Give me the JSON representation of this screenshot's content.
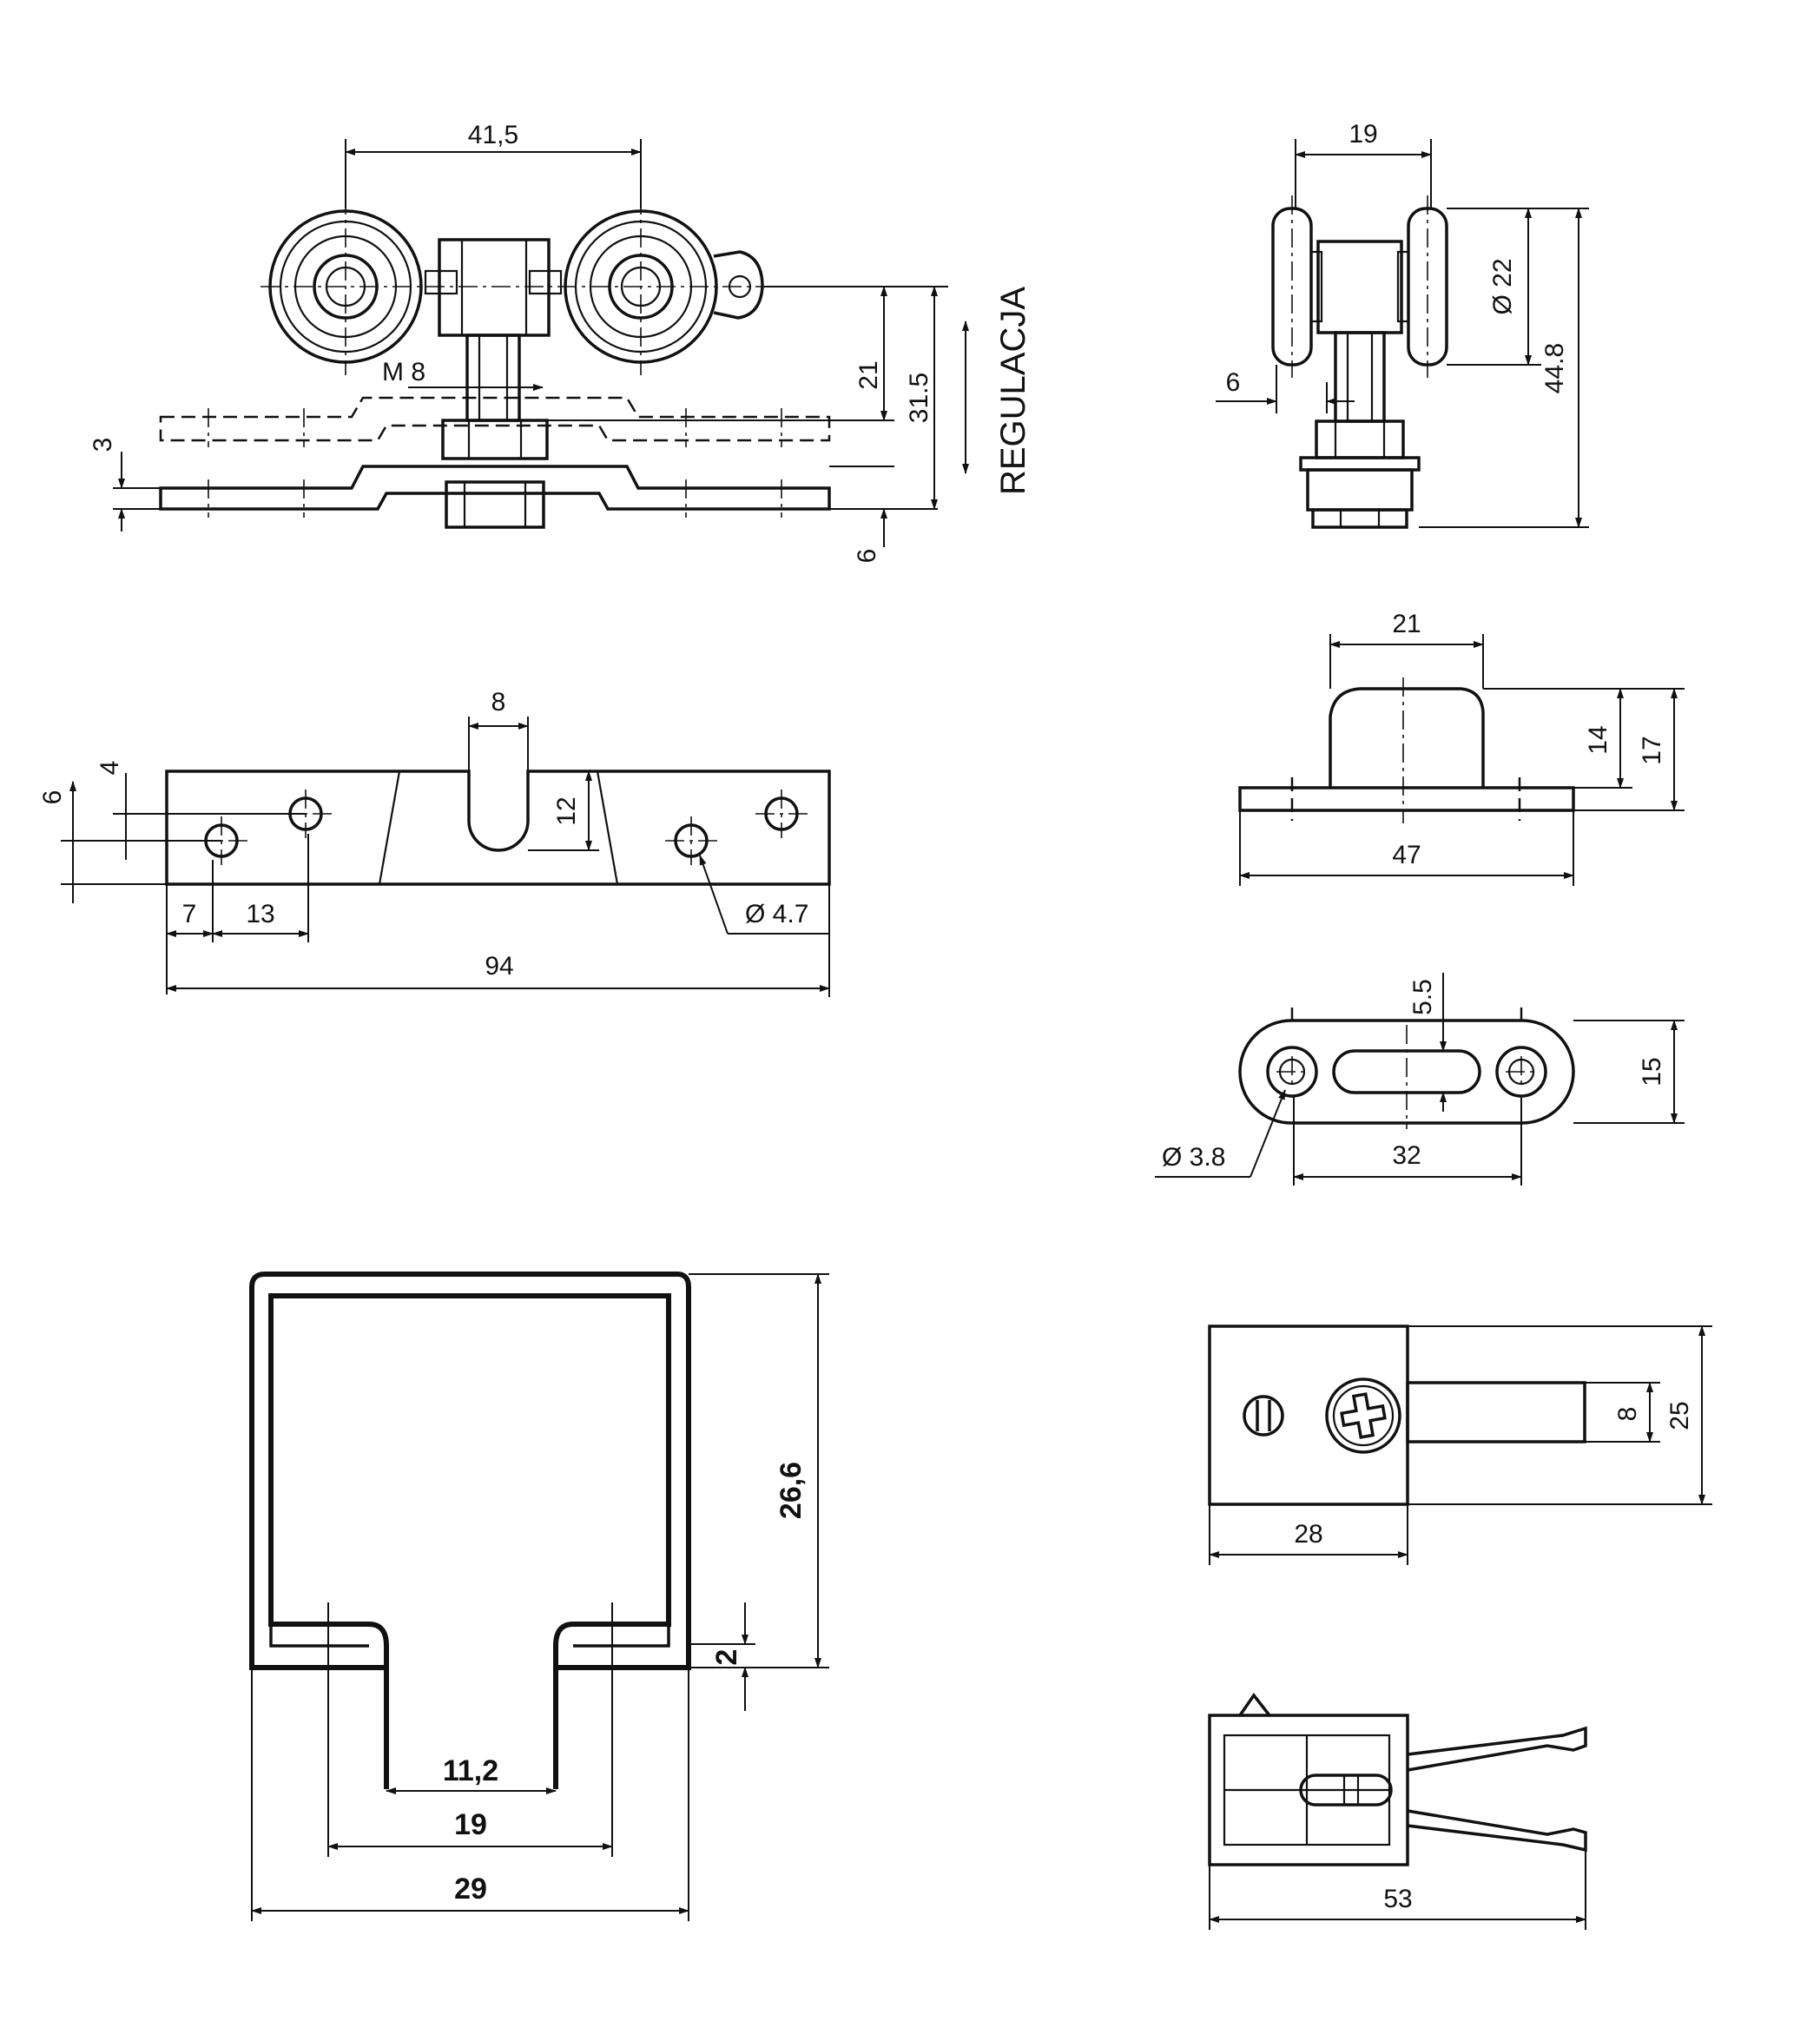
{
  "carriage_front": {
    "dims": {
      "wheel_spacing": "41,5",
      "thread": "M 8",
      "height_a": "21",
      "height_b": "31.5",
      "plate_thickness": "3",
      "bottom_cut": "6"
    },
    "adjust_label": "REGULACJA"
  },
  "carriage_side": {
    "dims": {
      "width": "19",
      "wheel_diameter": "Ø 22",
      "total_height": "44.8",
      "offset": "6"
    }
  },
  "top_plate": {
    "dims": {
      "slot_width": "8",
      "slot_depth": "12",
      "edge_y_a": "6",
      "edge_y_b": "4",
      "edge_x_a": "7",
      "hole_pitch": "13",
      "hole_diameter": "Ø 4.7",
      "length": "94"
    }
  },
  "stopper_side": {
    "dims": {
      "body_width": "21",
      "body_height": "14",
      "total_height": "17",
      "base_length": "47"
    }
  },
  "stopper_top": {
    "dims": {
      "slot_width": "5.5",
      "width": "15",
      "hole_diameter": "Ø 3.8",
      "hole_pitch": "32"
    }
  },
  "rail_profile": {
    "dims": {
      "height": "26,6",
      "lip": "2",
      "opening": "11,2",
      "inner_span": "19",
      "width": "29"
    }
  },
  "bracket": {
    "dims": {
      "base_width": "28",
      "pin_width": "8",
      "height": "25"
    }
  },
  "clip": {
    "dims": {
      "length": "53"
    }
  }
}
